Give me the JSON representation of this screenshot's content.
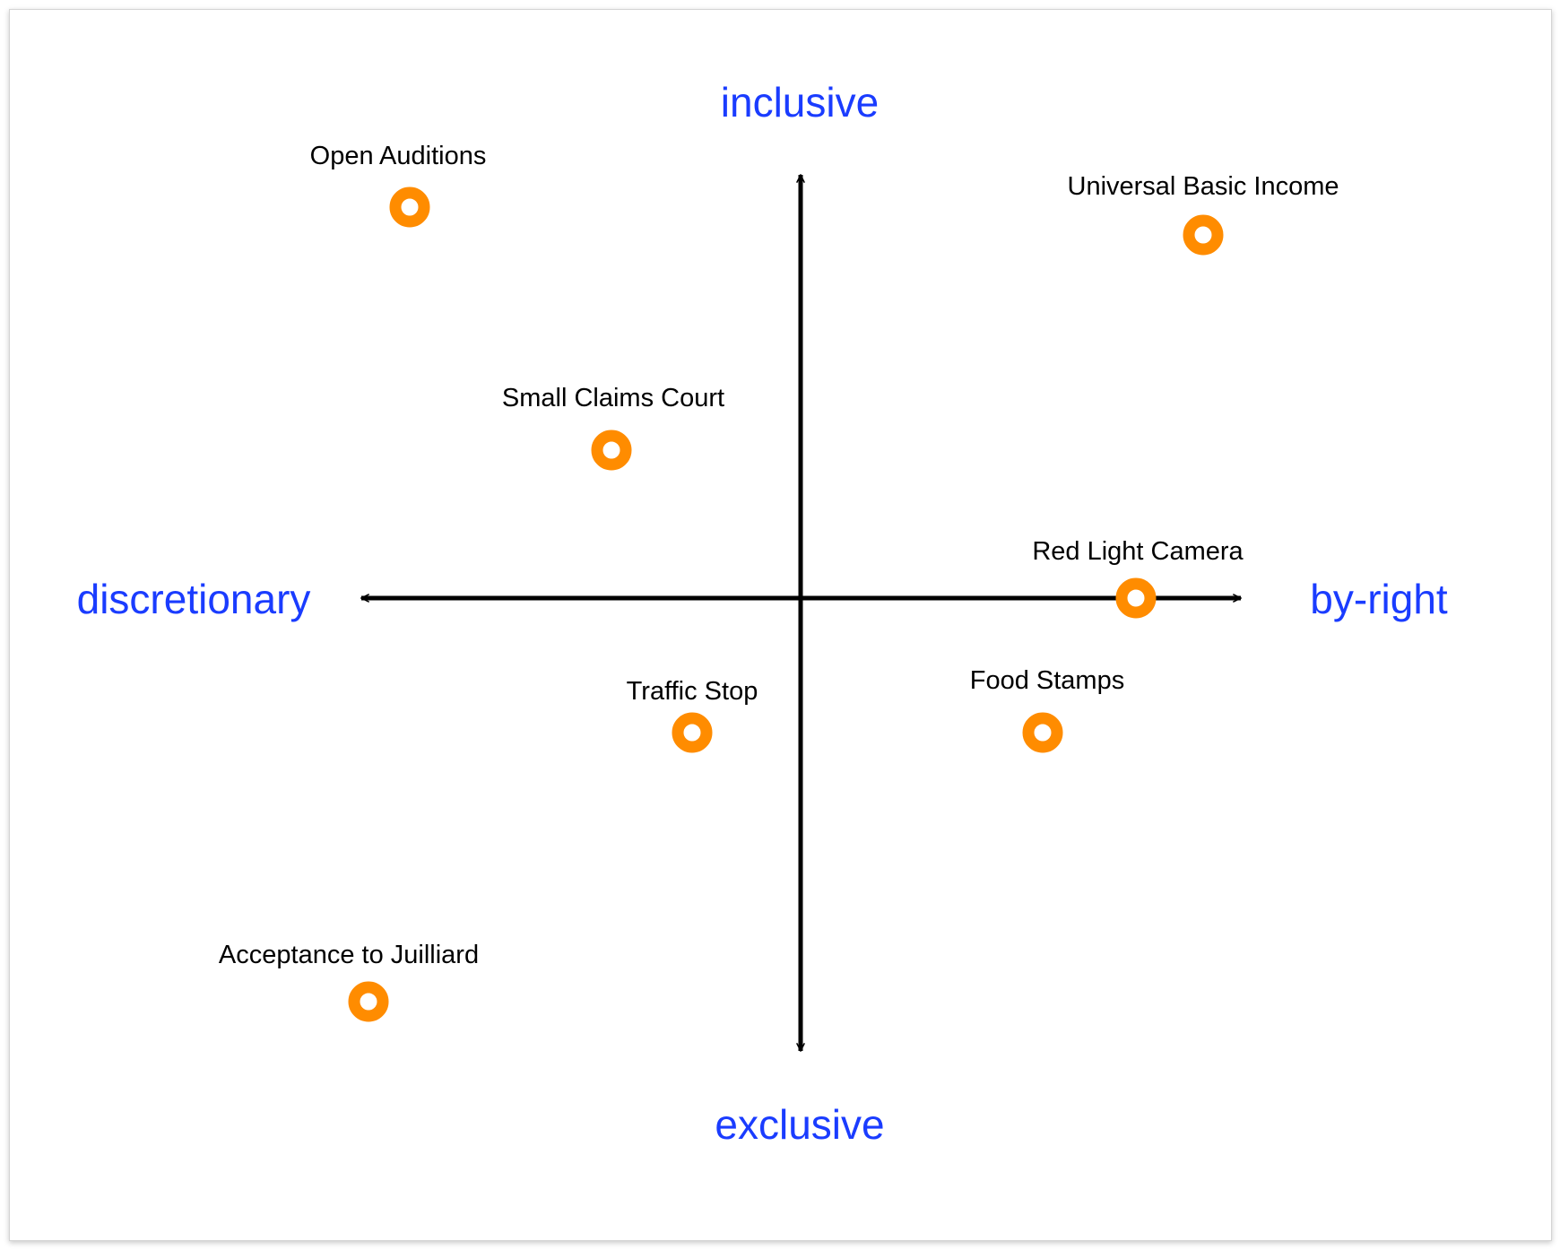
{
  "axes": {
    "top": "inclusive",
    "bottom": "exclusive",
    "left": "discretionary",
    "right": "by-right"
  },
  "colors": {
    "axis": "#000000",
    "pole_text": "#1a3cff",
    "marker": "#ff8c00",
    "marker_center": "#ffffff"
  },
  "items": [
    {
      "label": "Open Auditions"
    },
    {
      "label": "Universal Basic Income"
    },
    {
      "label": "Small Claims Court"
    },
    {
      "label": "Red Light Camera"
    },
    {
      "label": "Traffic Stop"
    },
    {
      "label": "Food Stamps"
    },
    {
      "label": "Acceptance to Juilliard"
    }
  ]
}
